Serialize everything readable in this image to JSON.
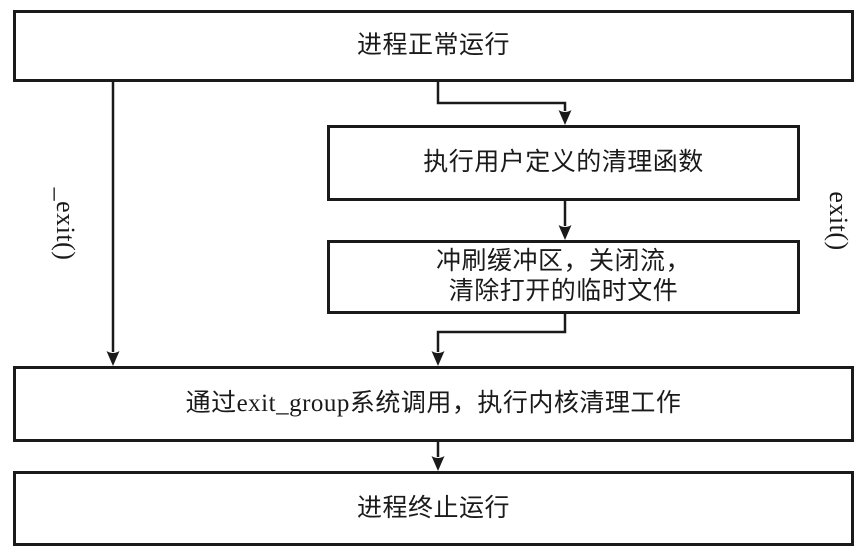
{
  "diagram": {
    "type": "flowchart",
    "nodes": [
      {
        "id": "process-running",
        "label": "进程正常运行"
      },
      {
        "id": "user-cleanup",
        "label": "执行用户定义的清理函数"
      },
      {
        "id": "flush-buffers",
        "label": "冲刷缓冲区，关闭流，\n清除打开的临时文件"
      },
      {
        "id": "exit-group",
        "label": "通过exit_group系统调用，执行内核清理工作"
      },
      {
        "id": "process-terminated",
        "label": "进程终止运行"
      }
    ],
    "edge_labels": {
      "left": "_exit()",
      "right": "exit()"
    },
    "colors": {
      "line": "#1a1a1a",
      "background": "#ffffff"
    }
  }
}
